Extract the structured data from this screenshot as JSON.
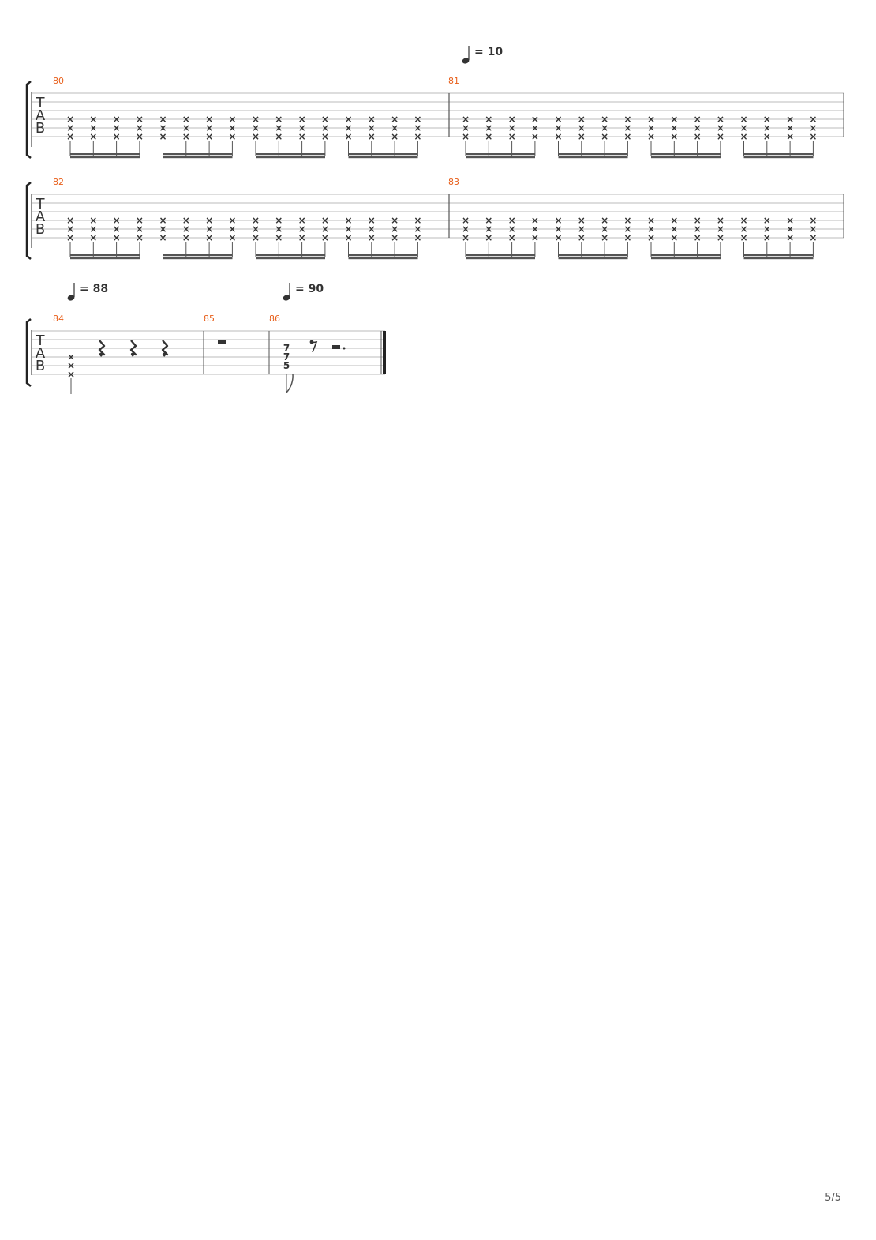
{
  "page": {
    "number": "5/5"
  },
  "staff_labels": [
    "T",
    "A",
    "B"
  ],
  "colors": {
    "measure_number": "#e8601c",
    "ink": "#333333",
    "staff_line": "#bbbbbb",
    "beam": "#555555"
  },
  "systems": [
    {
      "tempo_marks": [
        {
          "bpm": "10",
          "at_measure": "81"
        }
      ],
      "measures": [
        {
          "number": "80",
          "content": "sixteen 16th-note dead strums (x on strings 4-6), beamed in groups of four"
        },
        {
          "number": "81",
          "content": "sixteen 16th-note dead strums (x on strings 4-6), beamed in groups of four"
        }
      ]
    },
    {
      "tempo_marks": [],
      "measures": [
        {
          "number": "82",
          "content": "sixteen 16th-note dead strums (x on strings 4-6), beamed in groups of four"
        },
        {
          "number": "83",
          "content": "sixteen 16th-note dead strums (x on strings 4-6), beamed in groups of four"
        }
      ]
    },
    {
      "tempo_marks": [
        {
          "bpm": "88",
          "at_measure": "84"
        },
        {
          "bpm": "90",
          "at_measure": "86"
        }
      ],
      "measures": [
        {
          "number": "84",
          "content": "quarter dead strum then three quarter rests"
        },
        {
          "number": "85",
          "content": "whole rest"
        },
        {
          "number": "86",
          "content": "eighth-note chord 7-7-5, eighth rest, dotted half rest",
          "frets": [
            "7",
            "7",
            "5"
          ]
        }
      ]
    }
  ],
  "tempo_eq": "="
}
